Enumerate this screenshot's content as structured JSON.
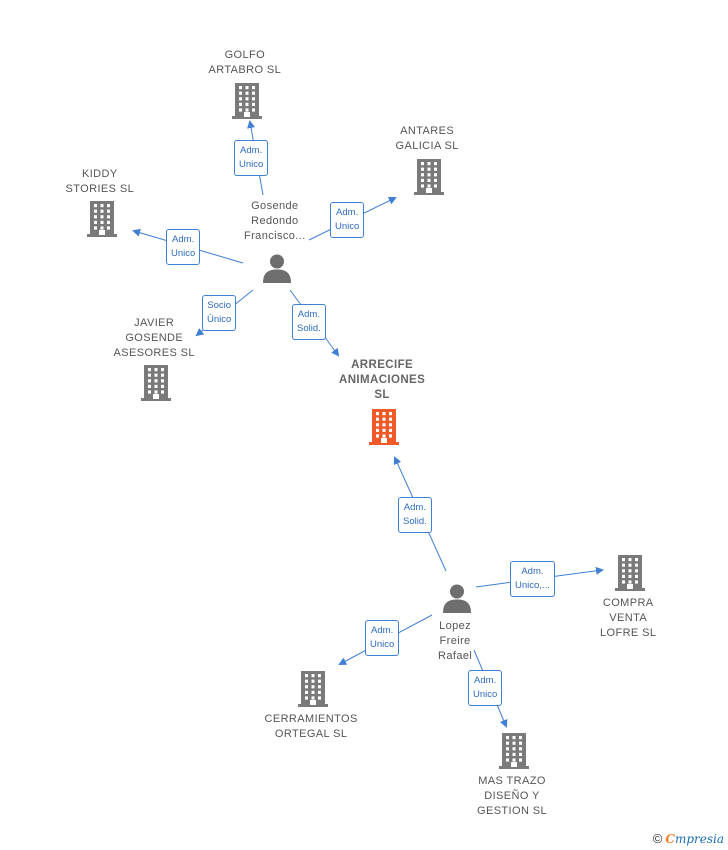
{
  "nodes": [
    {
      "id": "golfo",
      "label": [
        "GOLFO",
        "ARTABRO  SL"
      ],
      "kind": "company"
    },
    {
      "id": "antares",
      "label": [
        "ANTARES",
        "GALICIA SL"
      ],
      "kind": "company"
    },
    {
      "id": "kiddy",
      "label": [
        "KIDDY",
        "STORIES SL"
      ],
      "kind": "company"
    },
    {
      "id": "gosende",
      "label": [
        "Gosende",
        "Redondo",
        "Francisco..."
      ],
      "kind": "person"
    },
    {
      "id": "javier",
      "label": [
        "JAVIER",
        "GOSENDE",
        "ASESORES  SL"
      ],
      "kind": "company"
    },
    {
      "id": "arrecife",
      "label": [
        "ARRECIFE",
        "ANIMACIONES",
        "SL"
      ],
      "kind": "main"
    },
    {
      "id": "lopez",
      "label": [
        "Lopez",
        "Freire",
        "Rafael"
      ],
      "kind": "person"
    },
    {
      "id": "compra",
      "label": [
        "COMPRA",
        "VENTA",
        "LOFRE SL"
      ],
      "kind": "company"
    },
    {
      "id": "cerramientos",
      "label": [
        "CERRAMIENTOS",
        "ORTEGAL SL"
      ],
      "kind": "company"
    },
    {
      "id": "mastrazo",
      "label": [
        "MAS TRAZO",
        "DISEÑO Y",
        "GESTION  SL"
      ],
      "kind": "company"
    }
  ],
  "edges": [
    {
      "from": "gosende",
      "to": "golfo",
      "label": [
        "Adm.",
        "Unico"
      ]
    },
    {
      "from": "gosende",
      "to": "antares",
      "label": [
        "Adm.",
        "Unico"
      ]
    },
    {
      "from": "gosende",
      "to": "kiddy",
      "label": [
        "Adm.",
        "Unico"
      ]
    },
    {
      "from": "gosende",
      "to": "javier",
      "label": [
        "Socio",
        "Único"
      ]
    },
    {
      "from": "gosende",
      "to": "arrecife",
      "label": [
        "Adm.",
        "Solid."
      ]
    },
    {
      "from": "lopez",
      "to": "arrecife",
      "label": [
        "Adm.",
        "Solid."
      ]
    },
    {
      "from": "lopez",
      "to": "compra",
      "label": [
        "Adm.",
        "Unico,..."
      ]
    },
    {
      "from": "lopez",
      "to": "cerramientos",
      "label": [
        "Adm.",
        "Unico"
      ]
    },
    {
      "from": "lopez",
      "to": "mastrazo",
      "label": [
        "Adm.",
        "Unico"
      ]
    }
  ],
  "colors": {
    "company": "#7a7a7a",
    "main": "#f05a28",
    "person": "#6e6e6e",
    "edge": "#3f7fd4"
  },
  "copyright": {
    "symbol": "©",
    "brand_first": "C",
    "brand_rest": "mpresia"
  }
}
